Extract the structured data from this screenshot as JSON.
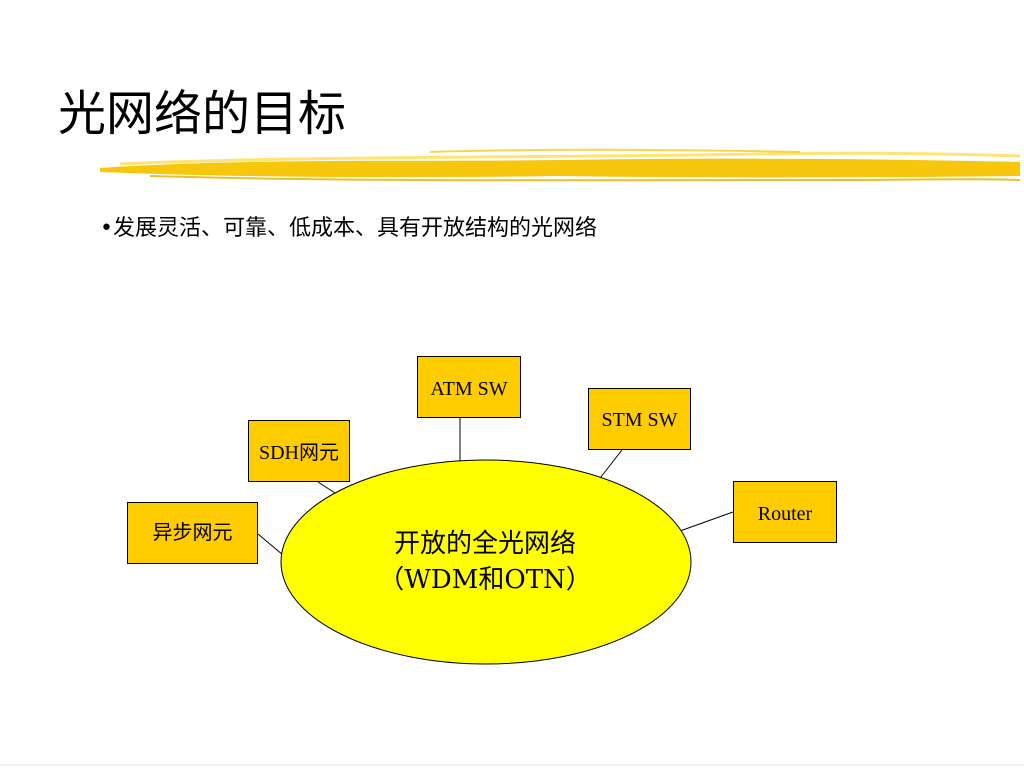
{
  "slide": {
    "title": "光网络的目标",
    "bullet": "•发展灵活、可靠、低成本、具有开放结构的光网络"
  },
  "diagram": {
    "center": {
      "line1": "开放的全光网络",
      "line2": "（WDM和OTN）",
      "color": "#ffff00"
    },
    "nodes": {
      "atm": "ATM SW",
      "stm": "STM SW",
      "sdh": "SDH网元",
      "async": "异步网元",
      "router": "Router"
    },
    "node_color": "#ffcc00",
    "accent_brush_color": "#f5c400"
  }
}
